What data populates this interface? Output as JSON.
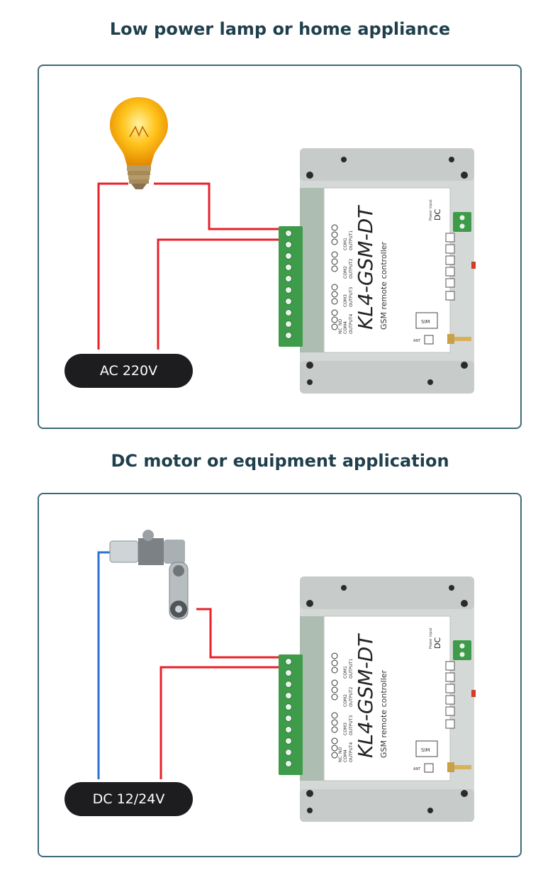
{
  "sections": [
    {
      "heading": "Low power lamp or home appliance",
      "supply_label": "AC 220V",
      "load_icon": "light-bulb-icon",
      "wire_colors": [
        "#e8202a",
        "#e8202a"
      ]
    },
    {
      "heading": "DC motor or equipment application",
      "supply_label": "DC 12/24V",
      "load_icon": "dc-motor-icon",
      "wire_colors": [
        "#e8202a",
        "#2e6fd0"
      ]
    }
  ],
  "device": {
    "model": "KL4-GSM-DT",
    "subtitle": "GSM remote controller",
    "outputs": [
      "OUTPUT1",
      "OUTPUT2",
      "OUTPUT3",
      "OUTPUT4"
    ],
    "coms": [
      "COM1",
      "COM2",
      "COM3",
      "COM4"
    ],
    "contact_labels": [
      "NC",
      "NO"
    ],
    "power_label": "DC",
    "power_input": "Power input",
    "sim_label": "SIM",
    "ant_label": "ANT"
  },
  "colors": {
    "heading": "#1f3f4c",
    "panel_border": "#3d6a78",
    "terminal_green": "#3e9b4a",
    "wire_red": "#e8202a",
    "wire_blue": "#2e6fd0"
  }
}
